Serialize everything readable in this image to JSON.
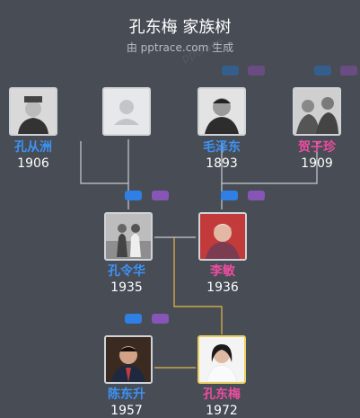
{
  "header": {
    "title": "孔东梅 家族树",
    "subtitle": "由 pptrace.com 生成",
    "watermark": "pptrace"
  },
  "people": {
    "kong_congzhou": {
      "name": "孔从洲",
      "year": "1906",
      "gender": "male"
    },
    "unknown": {
      "name": "",
      "year": "",
      "gender": "unknown"
    },
    "mao_zedong": {
      "name": "毛泽东",
      "year": "1893",
      "gender": "male"
    },
    "he_zizhen": {
      "name": "贺子珍",
      "year": "1909",
      "gender": "female"
    },
    "kong_linghua": {
      "name": "孔令华",
      "year": "1935",
      "gender": "male"
    },
    "li_min": {
      "name": "李敏",
      "year": "1936",
      "gender": "female"
    },
    "chen_dongsheng": {
      "name": "陈东升",
      "year": "1957",
      "gender": "male"
    },
    "kong_dongmei": {
      "name": "孔东梅",
      "year": "1972",
      "gender": "female"
    }
  },
  "colors": {
    "background": "#474c55",
    "male": "#3d93f5",
    "female": "#ee4ca0",
    "focus_border": "#e9cf61",
    "line": "#c9ccd1",
    "highlight_line": "#e6b84a"
  },
  "icons": {
    "expand_up": "blue-tab-icon",
    "expand_down": "purple-tab-icon",
    "placeholder": "person-silhouette-icon"
  }
}
